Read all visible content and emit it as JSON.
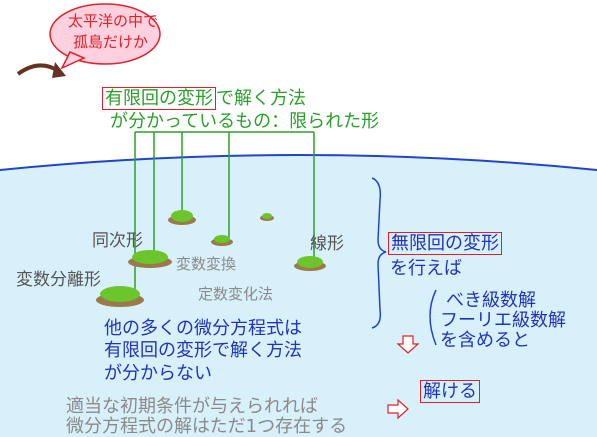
{
  "bubble": {
    "line1": "太平洋の中で",
    "line2": "孤島だけか"
  },
  "finite": {
    "highlight": "有限回の変形",
    "rest1": "で解く方法",
    "line2": "が分かっているもの：限られた形"
  },
  "islands": {
    "homogeneous": "同次形",
    "separable": "変数分離形",
    "linear": "線形",
    "change_of_variables": "変数変換",
    "variation_of_constants": "定数変化法"
  },
  "others": {
    "line1": "他の多くの微分方程式は",
    "line2": "有限回の変形で解く方法",
    "line3": "が分からない"
  },
  "infinite": {
    "highlight": "無限回の変形",
    "line2": "を行えば"
  },
  "methods": {
    "line1": "べき級数解",
    "line2": "フーリエ級数解",
    "line3": "を含めると"
  },
  "solvable": "解ける",
  "condition": {
    "line1": "適当な初期条件が与えられれば",
    "line2": "微分方程式の解はただ1つ存在する"
  },
  "colors": {
    "sea": "#d8f0fa",
    "shore": "#2244cc",
    "island_grass": "#6cc52a",
    "island_rock": "#9a7a4a",
    "highlight_box": "#e0202a",
    "bubble_fill": "#ffd0de"
  }
}
